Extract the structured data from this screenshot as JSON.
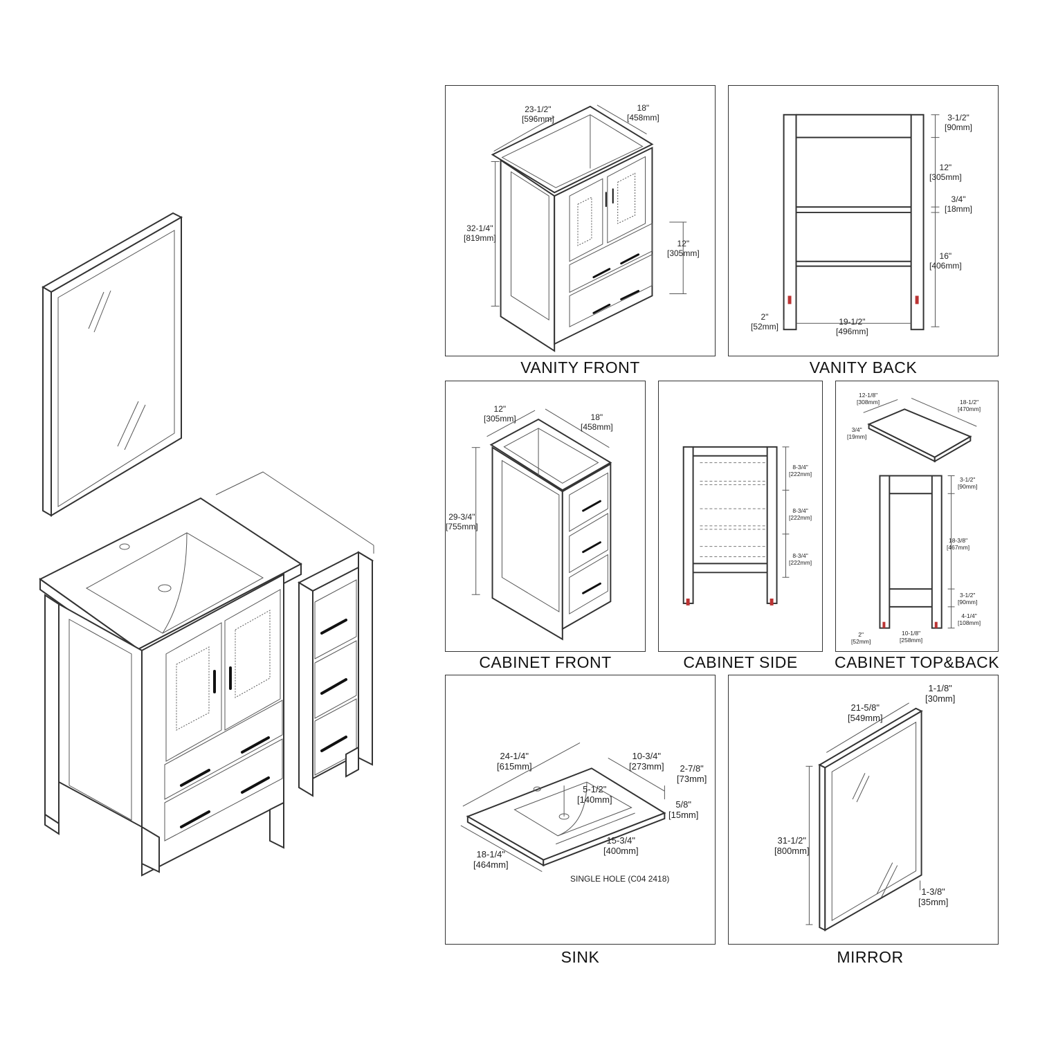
{
  "captions": {
    "vanity_front": "VANITY FRONT",
    "vanity_back": "VANITY BACK",
    "cabinet_front": "CABINET FRONT",
    "cabinet_side": "CABINET SIDE",
    "cabinet_top_back": "CABINET TOP&BACK",
    "sink": "SINK",
    "mirror": "MIRROR"
  },
  "vanity_front": {
    "width": "23-1/2\"",
    "width_mm": "[596mm]",
    "depth": "18\"",
    "depth_mm": "[458mm]",
    "height": "32-1/4\"",
    "height_mm": "[819mm]",
    "drawer": "12\"",
    "drawer_mm": "[305mm]"
  },
  "vanity_back": {
    "top": "3-1/2\"",
    "top_mm": "[90mm]",
    "upper": "12\"",
    "upper_mm": "[305mm]",
    "shelf": "3/4\"",
    "shelf_mm": "[18mm]",
    "lower": "16\"",
    "lower_mm": "[406mm]",
    "leg": "2\"",
    "leg_mm": "[52mm]",
    "inner": "19-1/2\"",
    "inner_mm": "[496mm]"
  },
  "cabinet_front": {
    "width": "12\"",
    "width_mm": "[305mm]",
    "depth": "18\"",
    "depth_mm": "[458mm]",
    "height": "29-3/4\"",
    "height_mm": "[755mm]"
  },
  "cabinet_side": {
    "d1": "8-3/4\"",
    "d1_mm": "[222mm]",
    "d2": "8-3/4\"",
    "d2_mm": "[222mm]",
    "d3": "8-3/4\"",
    "d3_mm": "[222mm]"
  },
  "cabinet_top_back": {
    "top_w": "12-1/8\"",
    "top_w_mm": "[308mm]",
    "top_d": "18-1/2\"",
    "top_d_mm": "[470mm]",
    "top_t": "3/4\"",
    "top_t_mm": "[19mm]",
    "b_top": "3-1/2\"",
    "b_top_mm": "[90mm]",
    "b_mid": "18-3/8\"",
    "b_mid_mm": "[467mm]",
    "b_low": "3-1/2\"",
    "b_low_mm": "[90mm]",
    "b_leg": "4-1/4\"",
    "b_leg_mm": "[108mm]",
    "b_legw": "2\"",
    "b_legw_mm": "[52mm]",
    "b_inner": "10-1/8\"",
    "b_inner_mm": "[258mm]"
  },
  "sink": {
    "width": "24-1/4\"",
    "width_mm": "[615mm]",
    "side": "10-3/4\"",
    "side_mm": "[273mm]",
    "thick": "2-7/8\"",
    "thick_mm": "[73mm]",
    "bowl_depth": "5-1/2\"",
    "bowl_depth_mm": "[140mm]",
    "lip": "5/8\"",
    "lip_mm": "[15mm]",
    "bowl": "15-3/4\"",
    "bowl_mm": "[400mm]",
    "depth": "18-1/4\"",
    "depth_mm": "[464mm]",
    "note": "SINGLE HOLE (C04 2418)"
  },
  "mirror": {
    "thick": "1-1/8\"",
    "thick_mm": "[30mm]",
    "width": "21-5/8\"",
    "width_mm": "[549mm]",
    "height": "31-1/2\"",
    "height_mm": "[800mm]",
    "frame": "1-3/8\"",
    "frame_mm": "[35mm]"
  },
  "colors": {
    "line": "#333333",
    "leg_marker": "#b33333",
    "background": "#ffffff"
  }
}
